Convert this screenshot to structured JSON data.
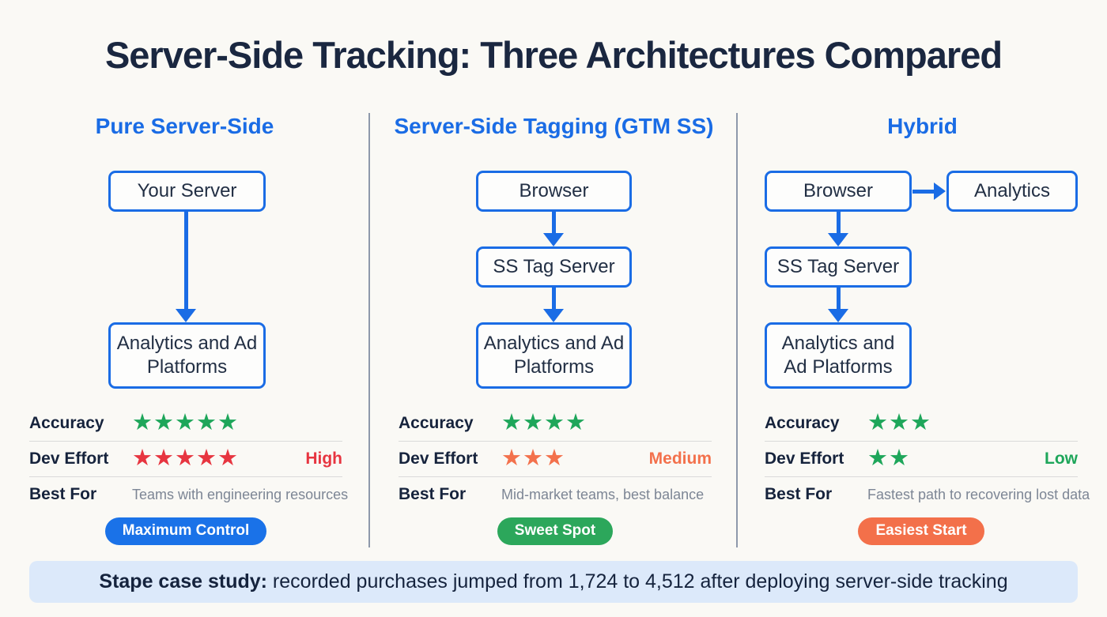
{
  "title": "Server-Side Tracking: Three Architectures Compared",
  "columns": [
    {
      "title": "Pure Server-Side",
      "nodes": [
        "Your Server",
        "Analytics and Ad Platforms"
      ],
      "accuracy": {
        "label": "Accuracy",
        "stars": "★★★★★"
      },
      "dev": {
        "label": "Dev Effort",
        "stars": "★★★★★",
        "level": "High"
      },
      "best": {
        "label": "Best For",
        "text": "Teams with engineering resources"
      },
      "badge": "Maximum Control"
    },
    {
      "title": "Server-Side Tagging (GTM SS)",
      "nodes": [
        "Browser",
        "SS Tag Server",
        "Analytics and Ad Platforms"
      ],
      "accuracy": {
        "label": "Accuracy",
        "stars": "★★★★"
      },
      "dev": {
        "label": "Dev Effort",
        "stars": "★★★",
        "level": "Medium"
      },
      "best": {
        "label": "Best For",
        "text": "Mid-market teams, best balance"
      },
      "badge": "Sweet Spot"
    },
    {
      "title": "Hybrid",
      "nodes": [
        "Browser",
        "Analytics",
        "SS Tag Server",
        "Analytics and Ad Platforms"
      ],
      "accuracy": {
        "label": "Accuracy",
        "stars": "★★★"
      },
      "dev": {
        "label": "Dev Effort",
        "stars": "★★",
        "level": "Low"
      },
      "best": {
        "label": "Best For",
        "text": "Fastest path to recovering lost data"
      },
      "badge": "Easiest Start"
    }
  ],
  "footer": {
    "bold": "Stape case study:",
    "text": " recorded purchases jumped from 1,724 to 4,512 after deploying server-side tracking"
  },
  "colors": {
    "accent_blue": "#1a6ce5",
    "star_green": "#1ea65a",
    "star_red": "#e73540",
    "star_orange": "#f3714c",
    "badge_blue": "#1a72e8",
    "badge_green": "#2ca75b",
    "badge_orange": "#f3704a",
    "banner_bg": "#dce9fa",
    "text_dark": "#1a2740",
    "text_gray": "#7d8695",
    "divider_gray": "#8e99ab"
  }
}
